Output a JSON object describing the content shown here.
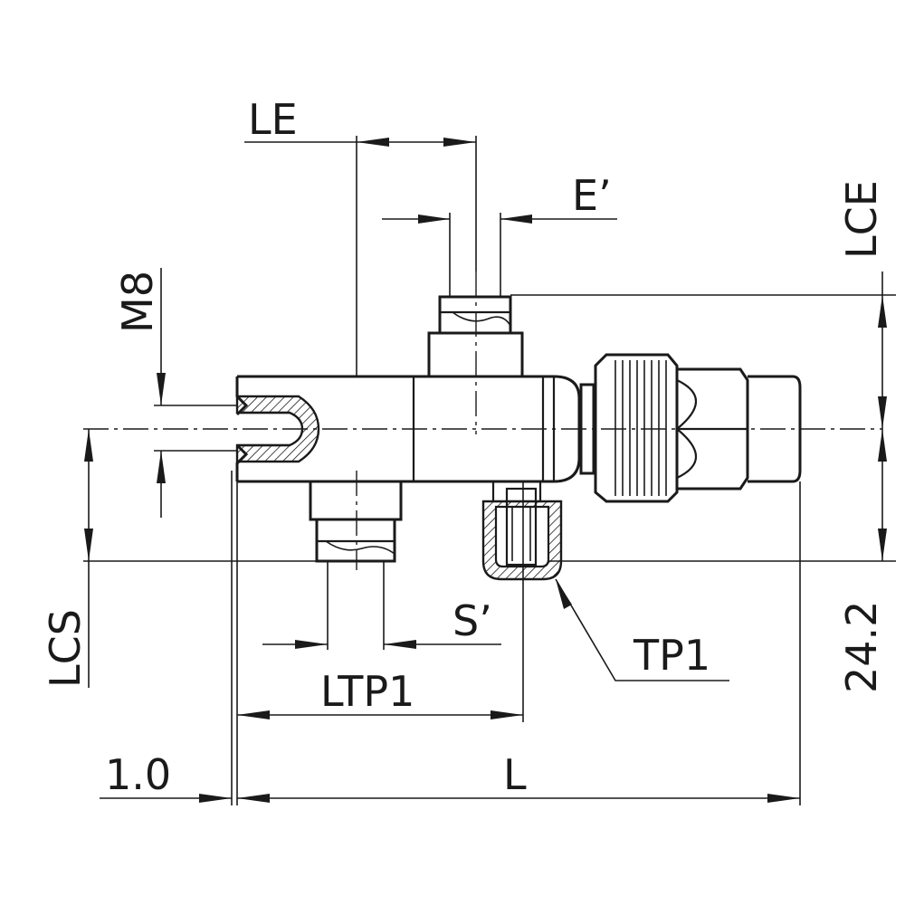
{
  "labels": {
    "le": "LE",
    "e_prime": "E’",
    "lce": "LCE",
    "m8": "M8",
    "lcs": "LCS",
    "s_prime": "S’",
    "tp1": "TP1",
    "ltp1": "LTP1",
    "dim_24_2": "24.2",
    "dim_1_0": "1.0",
    "l": "L"
  },
  "colors": {
    "ink": "#1a1a1a",
    "hatch": "#1a1a1a",
    "background": "#ffffff"
  }
}
